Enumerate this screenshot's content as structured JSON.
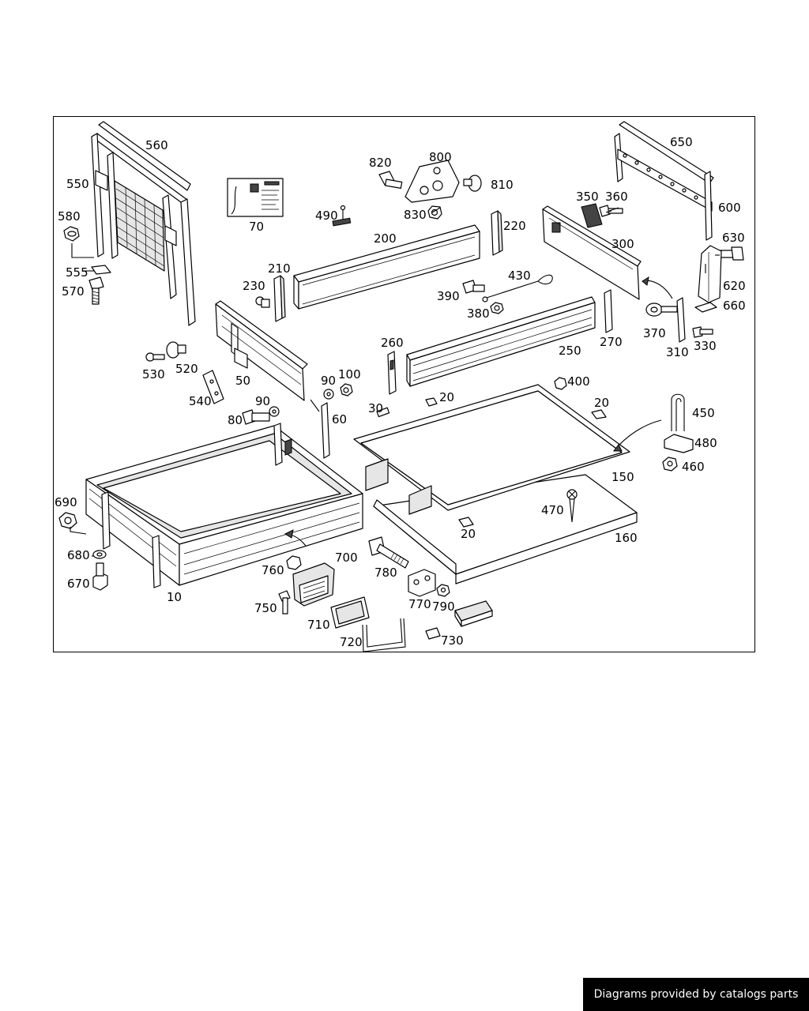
{
  "diagram": {
    "labels": {
      "l560": "560",
      "l550": "550",
      "l580": "580",
      "l555": "555",
      "l570": "570",
      "l70": "70",
      "l820": "820",
      "l800": "800",
      "l810": "810",
      "l830": "830",
      "l490": "490",
      "l200": "200",
      "l220": "220",
      "l210": "210",
      "l230": "230",
      "l650": "650",
      "l600": "600",
      "l350": "350",
      "l360": "360",
      "l300": "300",
      "l630": "630",
      "l620": "620",
      "l660": "660",
      "l430": "430",
      "l390": "390",
      "l380": "380",
      "l370": "370",
      "l310": "310",
      "l330": "330",
      "l250": "250",
      "l270": "270",
      "l260": "260",
      "l530": "530",
      "l520": "520",
      "l50": "50",
      "l540": "540",
      "l90a": "90",
      "l100": "100",
      "l90b": "90",
      "l80": "80",
      "l60": "60",
      "l30": "30",
      "l20a": "20",
      "l400": "400",
      "l20b": "20",
      "l450": "450",
      "l480": "480",
      "l460": "460",
      "l150": "150",
      "l470": "470",
      "l20c": "20",
      "l160": "160",
      "l690": "690",
      "l680": "680",
      "l670": "670",
      "l10": "10",
      "l760": "760",
      "l700": "700",
      "l780": "780",
      "l750": "750",
      "l710": "710",
      "l770": "770",
      "l790": "790",
      "l720": "720",
      "l730": "730"
    }
  },
  "footer": {
    "attribution": "Diagrams provided by catalogs parts"
  }
}
